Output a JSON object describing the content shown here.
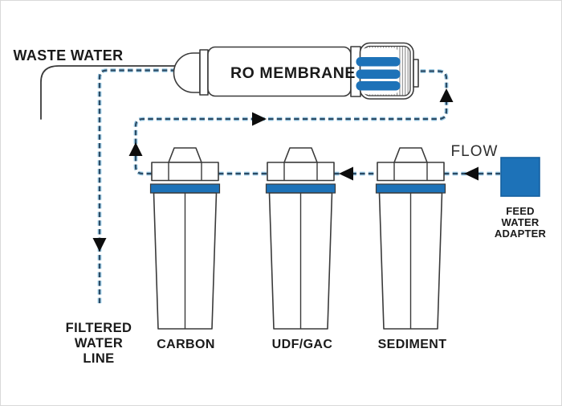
{
  "labels": {
    "waste_water": "WASTE WATER",
    "ro_membrane": "RO MEMBRANE",
    "flow": "FLOW",
    "filtered_water": {
      "line1": "FILTERED",
      "line2": "WATER",
      "line3": "LINE"
    },
    "feed_adapter": {
      "line1": "FEED",
      "line2": "WATER",
      "line3": "ADAPTER"
    },
    "filters": [
      {
        "label": "CARBON"
      },
      {
        "label": "UDF/GAC"
      },
      {
        "label": "SEDIMENT"
      }
    ]
  },
  "colors": {
    "accent": "#1d72b8",
    "accent_dark": "#1560a0",
    "outline": "#3a3a3a",
    "dash_light": "#9ccbe6",
    "dash_dark": "#2b4a63",
    "arrow": "#0d0d0d",
    "text": "#1a1a1a"
  }
}
